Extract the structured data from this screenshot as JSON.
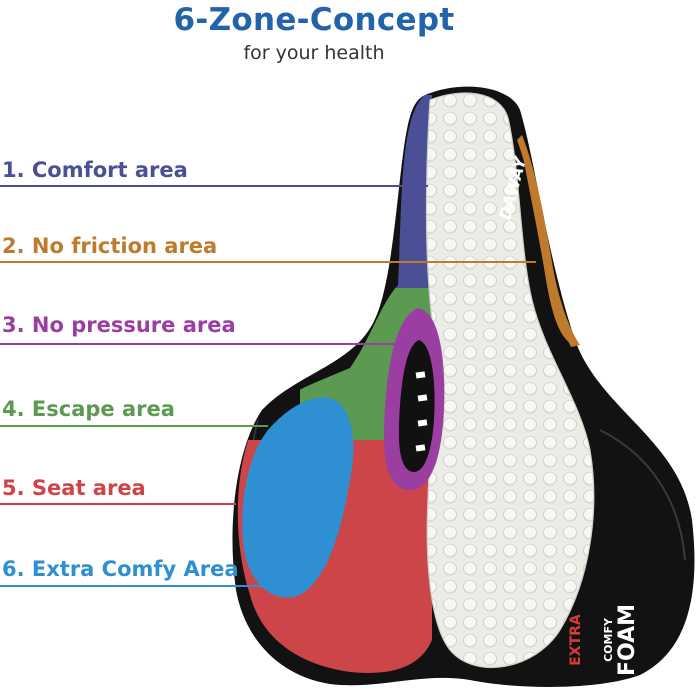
{
  "header": {
    "title": "6-Zone-Concept",
    "subtitle": "for your health"
  },
  "zones": [
    {
      "label": "1. Comfort area",
      "color": "#4b4f96"
    },
    {
      "label": "2. No friction area",
      "color": "#c07a2c"
    },
    {
      "label": "3. No pressure area",
      "color": "#9b3ea2"
    },
    {
      "label": "4. Escape area",
      "color": "#5b9a50"
    },
    {
      "label": "5. Seat area",
      "color": "#cc4549"
    },
    {
      "label": "6. Extra Comfy Area",
      "color": "#2f8fd3"
    }
  ],
  "product": {
    "brand": "DAWAY",
    "badge_line1": "EXTRA",
    "badge_line2": "COMFY",
    "badge_line3": "FOAM"
  },
  "colors": {
    "title": "#2364a8",
    "seat_body": "#111111",
    "foam": "#ebebe6"
  }
}
